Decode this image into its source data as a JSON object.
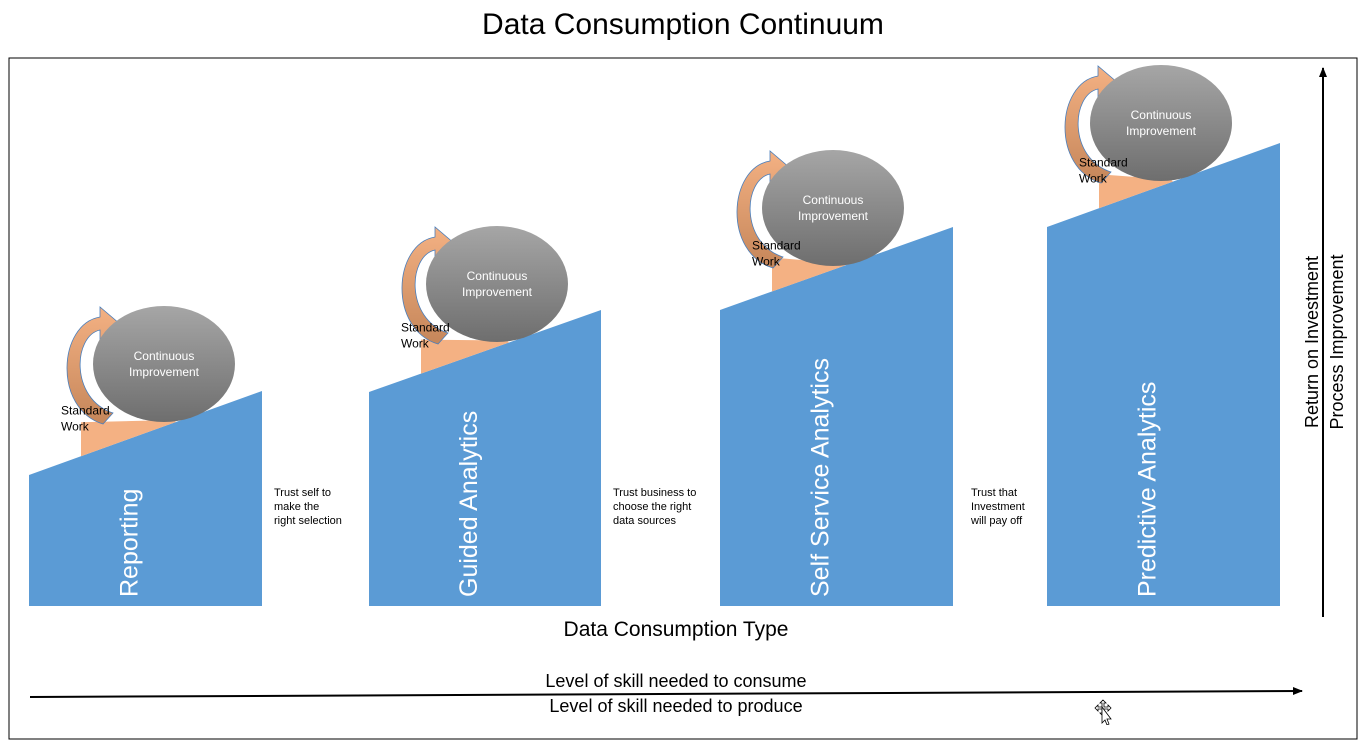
{
  "title": "Data Consumption Continuum",
  "stages": [
    {
      "label": "Reporting",
      "improvement": [
        "Continuous",
        "Improvement"
      ],
      "standard": [
        "Standard",
        "Work"
      ]
    },
    {
      "label": "Guided Analytics",
      "improvement": [
        "Continuous",
        "Improvement"
      ],
      "standard": [
        "Standard",
        "Work"
      ]
    },
    {
      "label": "Self Service Analytics",
      "improvement": [
        "Continuous",
        "Improvement"
      ],
      "standard": [
        "Standard",
        "Work"
      ]
    },
    {
      "label": "Predictive Analytics",
      "improvement": [
        "Continuous",
        "Improvement"
      ],
      "standard": [
        "Standard",
        "Work"
      ]
    }
  ],
  "transitions": [
    [
      "Trust self to",
      "make the",
      "right selection"
    ],
    [
      "Trust business to",
      "choose the right",
      "data sources"
    ],
    [
      "Trust that",
      "Investment",
      "will pay off"
    ]
  ],
  "x_axis_label": "Data Consumption Type",
  "skill_consume": "Level of skill needed to consume",
  "skill_produce": "Level of skill needed to produce",
  "y_axis_labels": [
    "Return on Investment",
    "Process Improvement"
  ],
  "colors": {
    "block": "#5b9bd5",
    "wedge": "#f4b183",
    "arrow_light": "#f4b183",
    "arrow_dark": "#c5865a",
    "ellipse_top": "#a6a6a6",
    "ellipse_bottom": "#6e6e6e"
  }
}
